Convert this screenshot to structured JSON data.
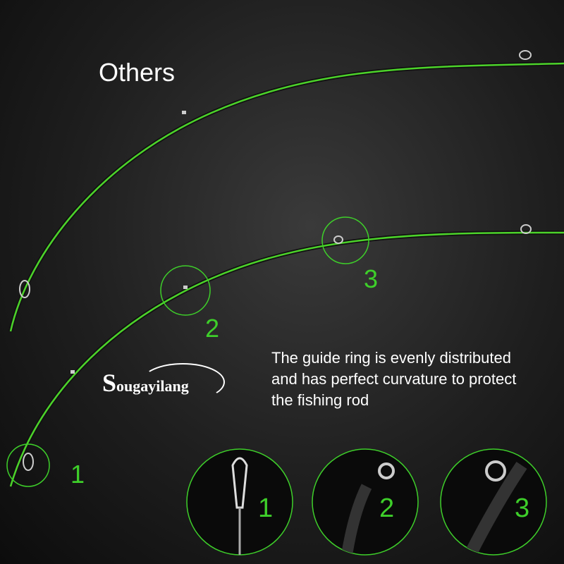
{
  "title": "Others",
  "callouts": [
    "1",
    "2",
    "3"
  ],
  "description": [
    "The guide ring is evenly distributed",
    "and has perfect curvature to protect",
    "the fishing rod"
  ],
  "brand": {
    "initial": "S",
    "rest": "ougayilang"
  },
  "insets": [
    "1",
    "2",
    "3"
  ],
  "colors": {
    "accent": "#3ecf2a",
    "background": "#1e1e1e"
  }
}
